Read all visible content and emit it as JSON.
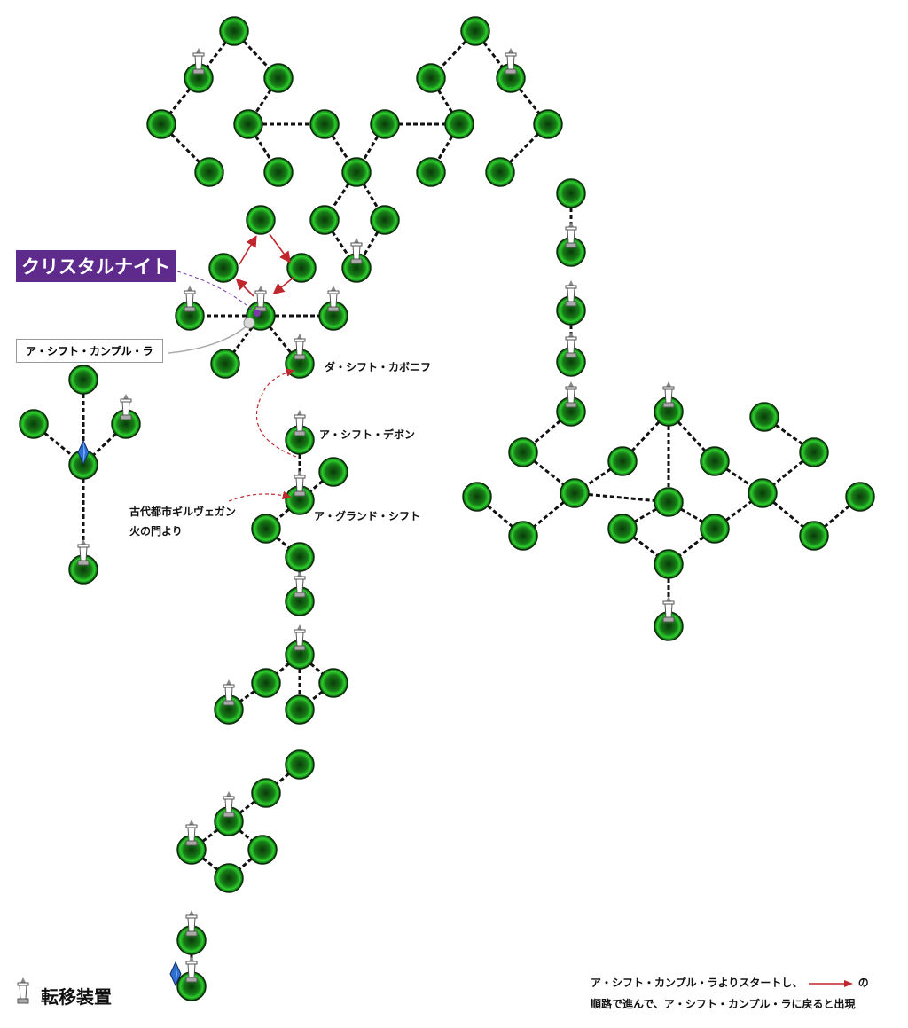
{
  "labels": {
    "crystal_knight": "クリスタルナイト",
    "start_room": "ア・シフト・カンプル・ラ",
    "da_shift": "ダ・シフト・カボニフ",
    "a_shift_debon": "ア・シフト・デボン",
    "a_grand_shift": "ア・グランド・シフト",
    "entrance_line1": "古代都市ギルヴェガン",
    "entrance_line2": "火の門より"
  },
  "legend": {
    "teleporter": "転移装置"
  },
  "note": {
    "line1_before": "ア・シフト・カンプル・ラよりスタートし、",
    "line1_after": "の",
    "line2": "順路で進んで、ア・シフト・カンプル・ラに戻ると出現"
  },
  "colors": {
    "room_green": "#1e9e1e",
    "route_red": "#c0272d",
    "boss_purple": "#5e2a8c",
    "crystal_blue": "#2f6fd0"
  }
}
